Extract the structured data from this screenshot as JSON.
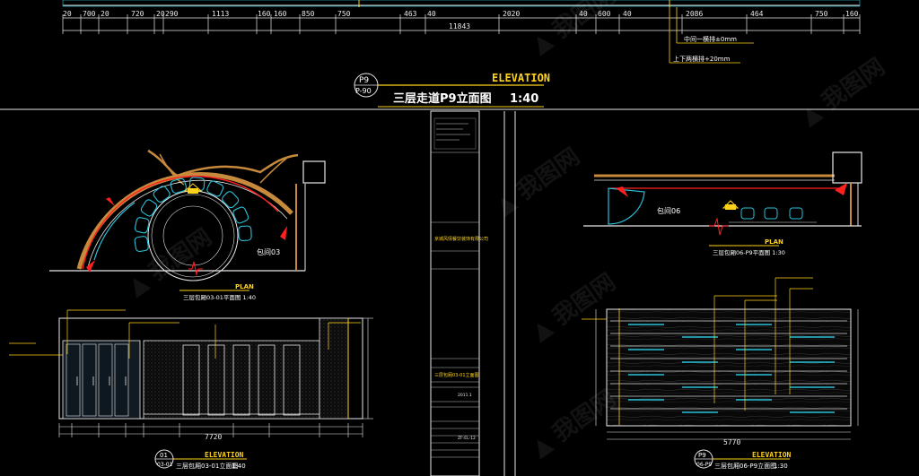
{
  "top_dimensions": {
    "segments": [
      "20",
      "700",
      "20",
      "720",
      "20",
      "290",
      "1113",
      "160",
      "160",
      "850",
      "750",
      "463",
      "40",
      "2020",
      "40",
      "600",
      "40",
      "2086",
      "464",
      "750",
      "160"
    ],
    "total": "11843",
    "notes": [
      "中间一横排±0mm",
      "上下两横排+20mm"
    ]
  },
  "elevation_title": {
    "badge_top": "P9",
    "badge_bottom": "P-90",
    "label": "ELEVATION",
    "title": "三层走道P9立面图",
    "scale": "1:40"
  },
  "left_plan": {
    "room_label": "包间03",
    "caption_tag": "PLAN",
    "caption": "三层包厢03-01平面图 1:40"
  },
  "right_plan": {
    "room_label": "包间06",
    "caption_tag": "PLAN",
    "caption": "三层包厢06-P9平面图 1:30"
  },
  "left_elevation": {
    "badge_top": "01",
    "badge_bottom": "03-01",
    "label": "ELEVATION",
    "caption": "三层包厢03-01立面图",
    "scale": "1:40",
    "total": "7720"
  },
  "right_elevation": {
    "badge_top": "P9",
    "badge_bottom": "06-P9",
    "label": "ELEVATION",
    "caption": "三层包厢06-P9立面图",
    "scale": "1:30",
    "total": "5770"
  },
  "title_block": {
    "company": "京城风情餐饮装饰有限公司",
    "drawing_name": "三层包厢03-01立面图",
    "date": "2011.1",
    "sheet": "ZF-EL-12"
  },
  "colors": {
    "background": "#000000",
    "line_white": "#e8e8e8",
    "accent_yellow": "#ffd21a",
    "accent_red": "#ff2020",
    "accent_cyan": "#29c0d8",
    "wood": "#c78a3c"
  }
}
